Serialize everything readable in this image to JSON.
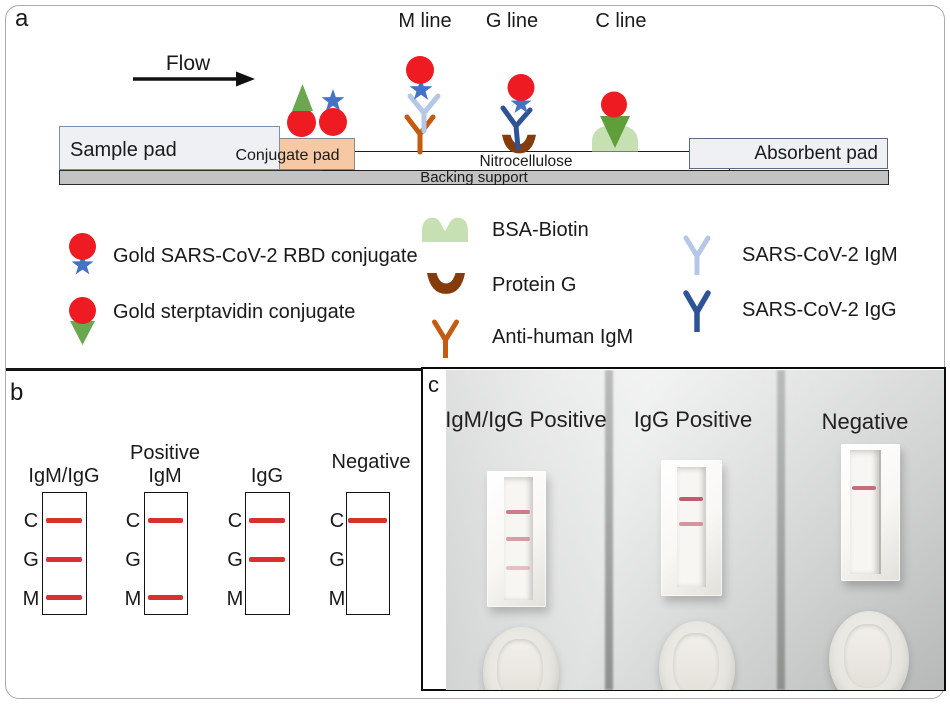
{
  "panel_a": {
    "label": "a",
    "flow_label": "Flow",
    "line_labels": [
      "M line",
      "G line",
      "C line"
    ],
    "strip": {
      "sample_pad": "Sample pad",
      "conjugate_pad": "Conjugate pad",
      "nitrocellulose": "Nitrocellulose",
      "backing": "Backing support",
      "absorbent_pad": "Absorbent pad"
    },
    "legend": [
      {
        "icon": "gold-rbd-conjugate-icon",
        "label": "Gold SARS-CoV-2 RBD conjugate"
      },
      {
        "icon": "gold-streptavidin-conjugate-icon",
        "label": "Gold sterptavidin conjugate"
      },
      {
        "icon": "bsa-biotin-icon",
        "label": "BSA-Biotin"
      },
      {
        "icon": "protein-g-icon",
        "label": "Protein G"
      },
      {
        "icon": "anti-human-igm-icon",
        "label": "Anti-human IgM"
      },
      {
        "icon": "sars-cov-2-igm-icon",
        "label": "SARS-CoV-2 IgM"
      },
      {
        "icon": "sars-cov-2-igg-icon",
        "label": "SARS-CoV-2 IgG"
      }
    ]
  },
  "panel_b": {
    "label": "b",
    "row_letters": [
      "C",
      "G",
      "M"
    ],
    "strips": [
      {
        "title_lines": [
          "IgM/IgG"
        ],
        "lines_present": [
          "C",
          "G",
          "M"
        ]
      },
      {
        "title_lines": [
          "Positive",
          "IgM"
        ],
        "lines_present": [
          "C",
          "M"
        ]
      },
      {
        "title_lines": [
          "IgG"
        ],
        "lines_present": [
          "C",
          "G"
        ]
      },
      {
        "title_lines": [
          "Negative"
        ],
        "lines_present": [
          "C"
        ]
      }
    ]
  },
  "panel_c": {
    "label": "c",
    "cassettes": [
      {
        "label": "IgM/IgG Positive",
        "visible_lines": 3
      },
      {
        "label": "IgG Positive",
        "visible_lines": 2
      },
      {
        "label": "Negative",
        "visible_lines": 1
      }
    ]
  },
  "colors": {
    "gold_nanoparticle_red": "#ee1b22",
    "rbd_star_blue": "#4472c4",
    "streptavidin_green": "#6aa84f",
    "bsa_biotin_light_green": "#c6e0b4",
    "protein_g_brown": "#843c0c",
    "anti_human_igm_orange": "#c55a11",
    "igm_light_blue": "#b4c7e7",
    "igg_navy": "#2f5496",
    "test_line_red": "#d92f2f",
    "conjugate_pad_peach": "#f6c9a4",
    "pad_light_gray": "#eef0f3",
    "backing_gray": "#c3c3c3"
  }
}
